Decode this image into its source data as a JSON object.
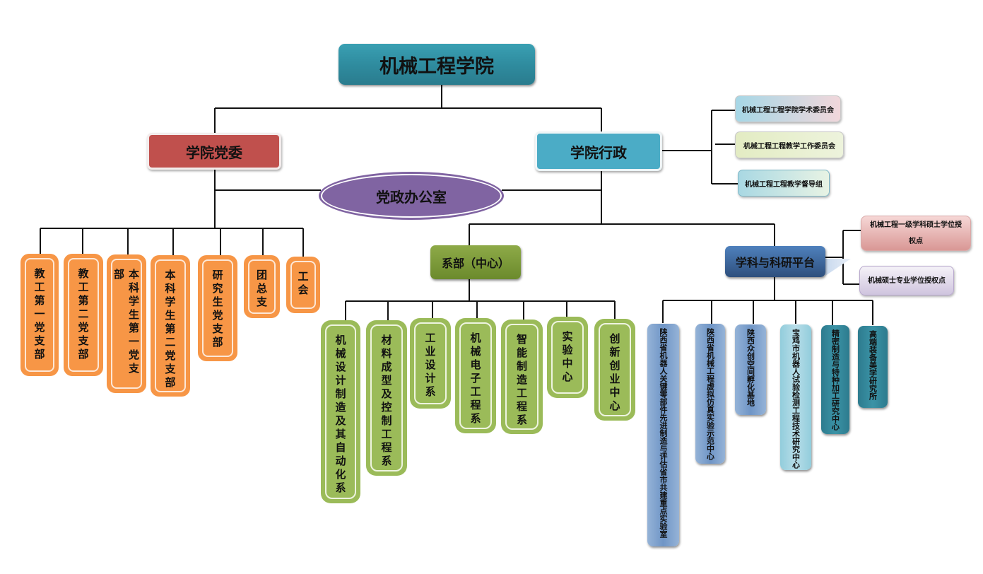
{
  "root": {
    "title": "机械工程学院"
  },
  "party_committee": {
    "title": "学院党委",
    "branches": [
      "教工第一党支部",
      "教工第二党支部",
      "本科学生第一党支部",
      "本科学生第二党支部",
      "研究生党支部",
      "团总支",
      "工会"
    ]
  },
  "office": {
    "title": "党政办公室"
  },
  "administration": {
    "title": "学院行政",
    "committees": [
      "机械工程工程学院学术委员会",
      "机械工程工程教学工作委员会",
      "机械工程工程教学督导组"
    ]
  },
  "departments": {
    "title": "系部（中心）",
    "items": [
      "机械设计制造及其自动化系",
      "材料成型及控制工程系",
      "工业设计系",
      "机械电子工程系",
      "智能制造工程系",
      "实验中心",
      "创新创业中心"
    ]
  },
  "platform": {
    "title": "学科与科研平台",
    "degree_points": [
      "机械工程一级学科硕士学位授权点",
      "机械硕士专业学位授权点"
    ],
    "items": [
      "陕西省机器人关键零部件先进制造与评估省市共建重点实验室",
      "陕西省机械工程虚拟仿真实验示范中心",
      "陕西众创空间孵化基地",
      "宝鸡市机器人试验检测工程技术研究中心",
      "精密制造与特种加工研究中心",
      "高端装备美学研究所"
    ]
  },
  "colors": {
    "root": "#2f8c9f",
    "party": "#c0504d",
    "admin": "#4bacc6",
    "office": "#8064a2",
    "branch_orange": "#f79646",
    "dept_green": "#9bbb59",
    "platform_blue": "#4f81bd"
  }
}
